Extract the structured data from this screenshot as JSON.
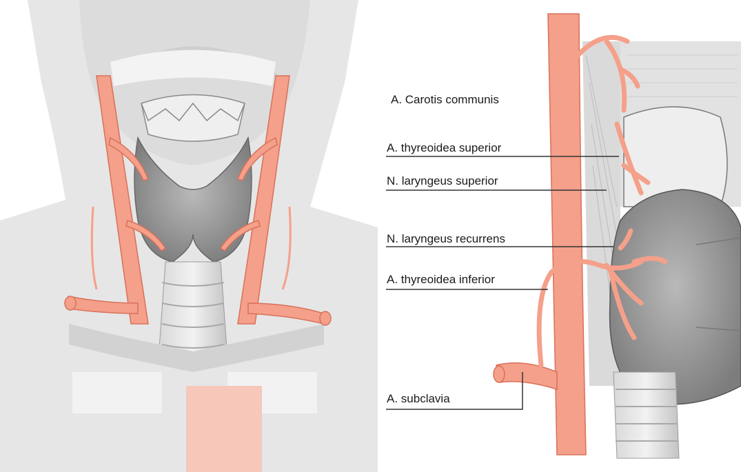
{
  "labels": {
    "carotis_communis": "A. Carotis communis",
    "thyreoidea_superior": "A. thyreoidea superior",
    "laryngeus_superior": "N. laryngeus superior",
    "laryngeus_recurrens": "N. laryngeus recurrens",
    "thyreoidea_inferior": "A. thyreoidea inferior",
    "subclavia": "A. subclavia"
  },
  "colors": {
    "artery": "#f4a08a",
    "artery_stroke": "#d9705a",
    "tissue": "#c9c9c9",
    "background_body": "#e3e3e3",
    "leader_line": "#333333"
  },
  "icons": {
    "left_panel": "anterior-neck-thyroid-illustration",
    "right_panel": "lateral-thyroid-nerve-artery-illustration"
  }
}
